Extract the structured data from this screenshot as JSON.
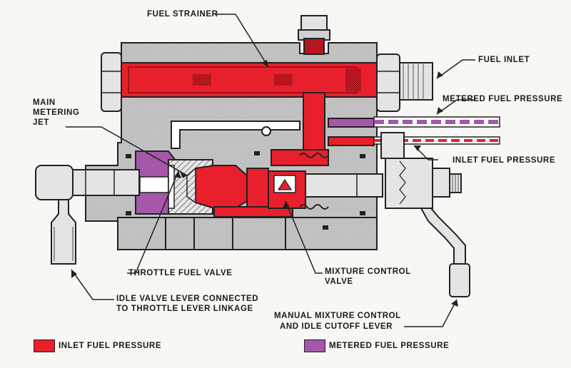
{
  "labels": {
    "fuel_strainer": "FUEL STRAINER",
    "fuel_inlet": "FUEL INLET",
    "metered_fuel_pressure": "METERED FUEL PRESSURE",
    "inlet_fuel_pressure": "INLET FUEL PRESSURE",
    "main_metering_jet_1": "MAIN",
    "main_metering_jet_2": "METERING",
    "main_metering_jet_3": "JET",
    "throttle_fuel_valve": "THROTTLE FUEL VALVE",
    "mixture_control_1": "MIXTURE CONTROL",
    "mixture_control_2": "VALVE",
    "idle_valve_1": "IDLE VALVE LEVER CONNECTED",
    "idle_valve_2": "TO THROTTLE LEVER LINKAGE",
    "manual_mixture_1": "MANUAL MIXTURE CONTROL",
    "manual_mixture_2": "AND IDLE CUTOFF LEVER"
  },
  "legend": [
    {
      "label": "INLET FUEL PRESSURE",
      "color": "#e8202c"
    },
    {
      "label": "METERED FUEL PRESSURE",
      "color": "#a557a8"
    }
  ],
  "colors": {
    "inlet": "#e8202c",
    "metered": "#a557a8",
    "body": "#c9c9c9",
    "steel": "#e4e4e4",
    "outline": "#222222"
  }
}
